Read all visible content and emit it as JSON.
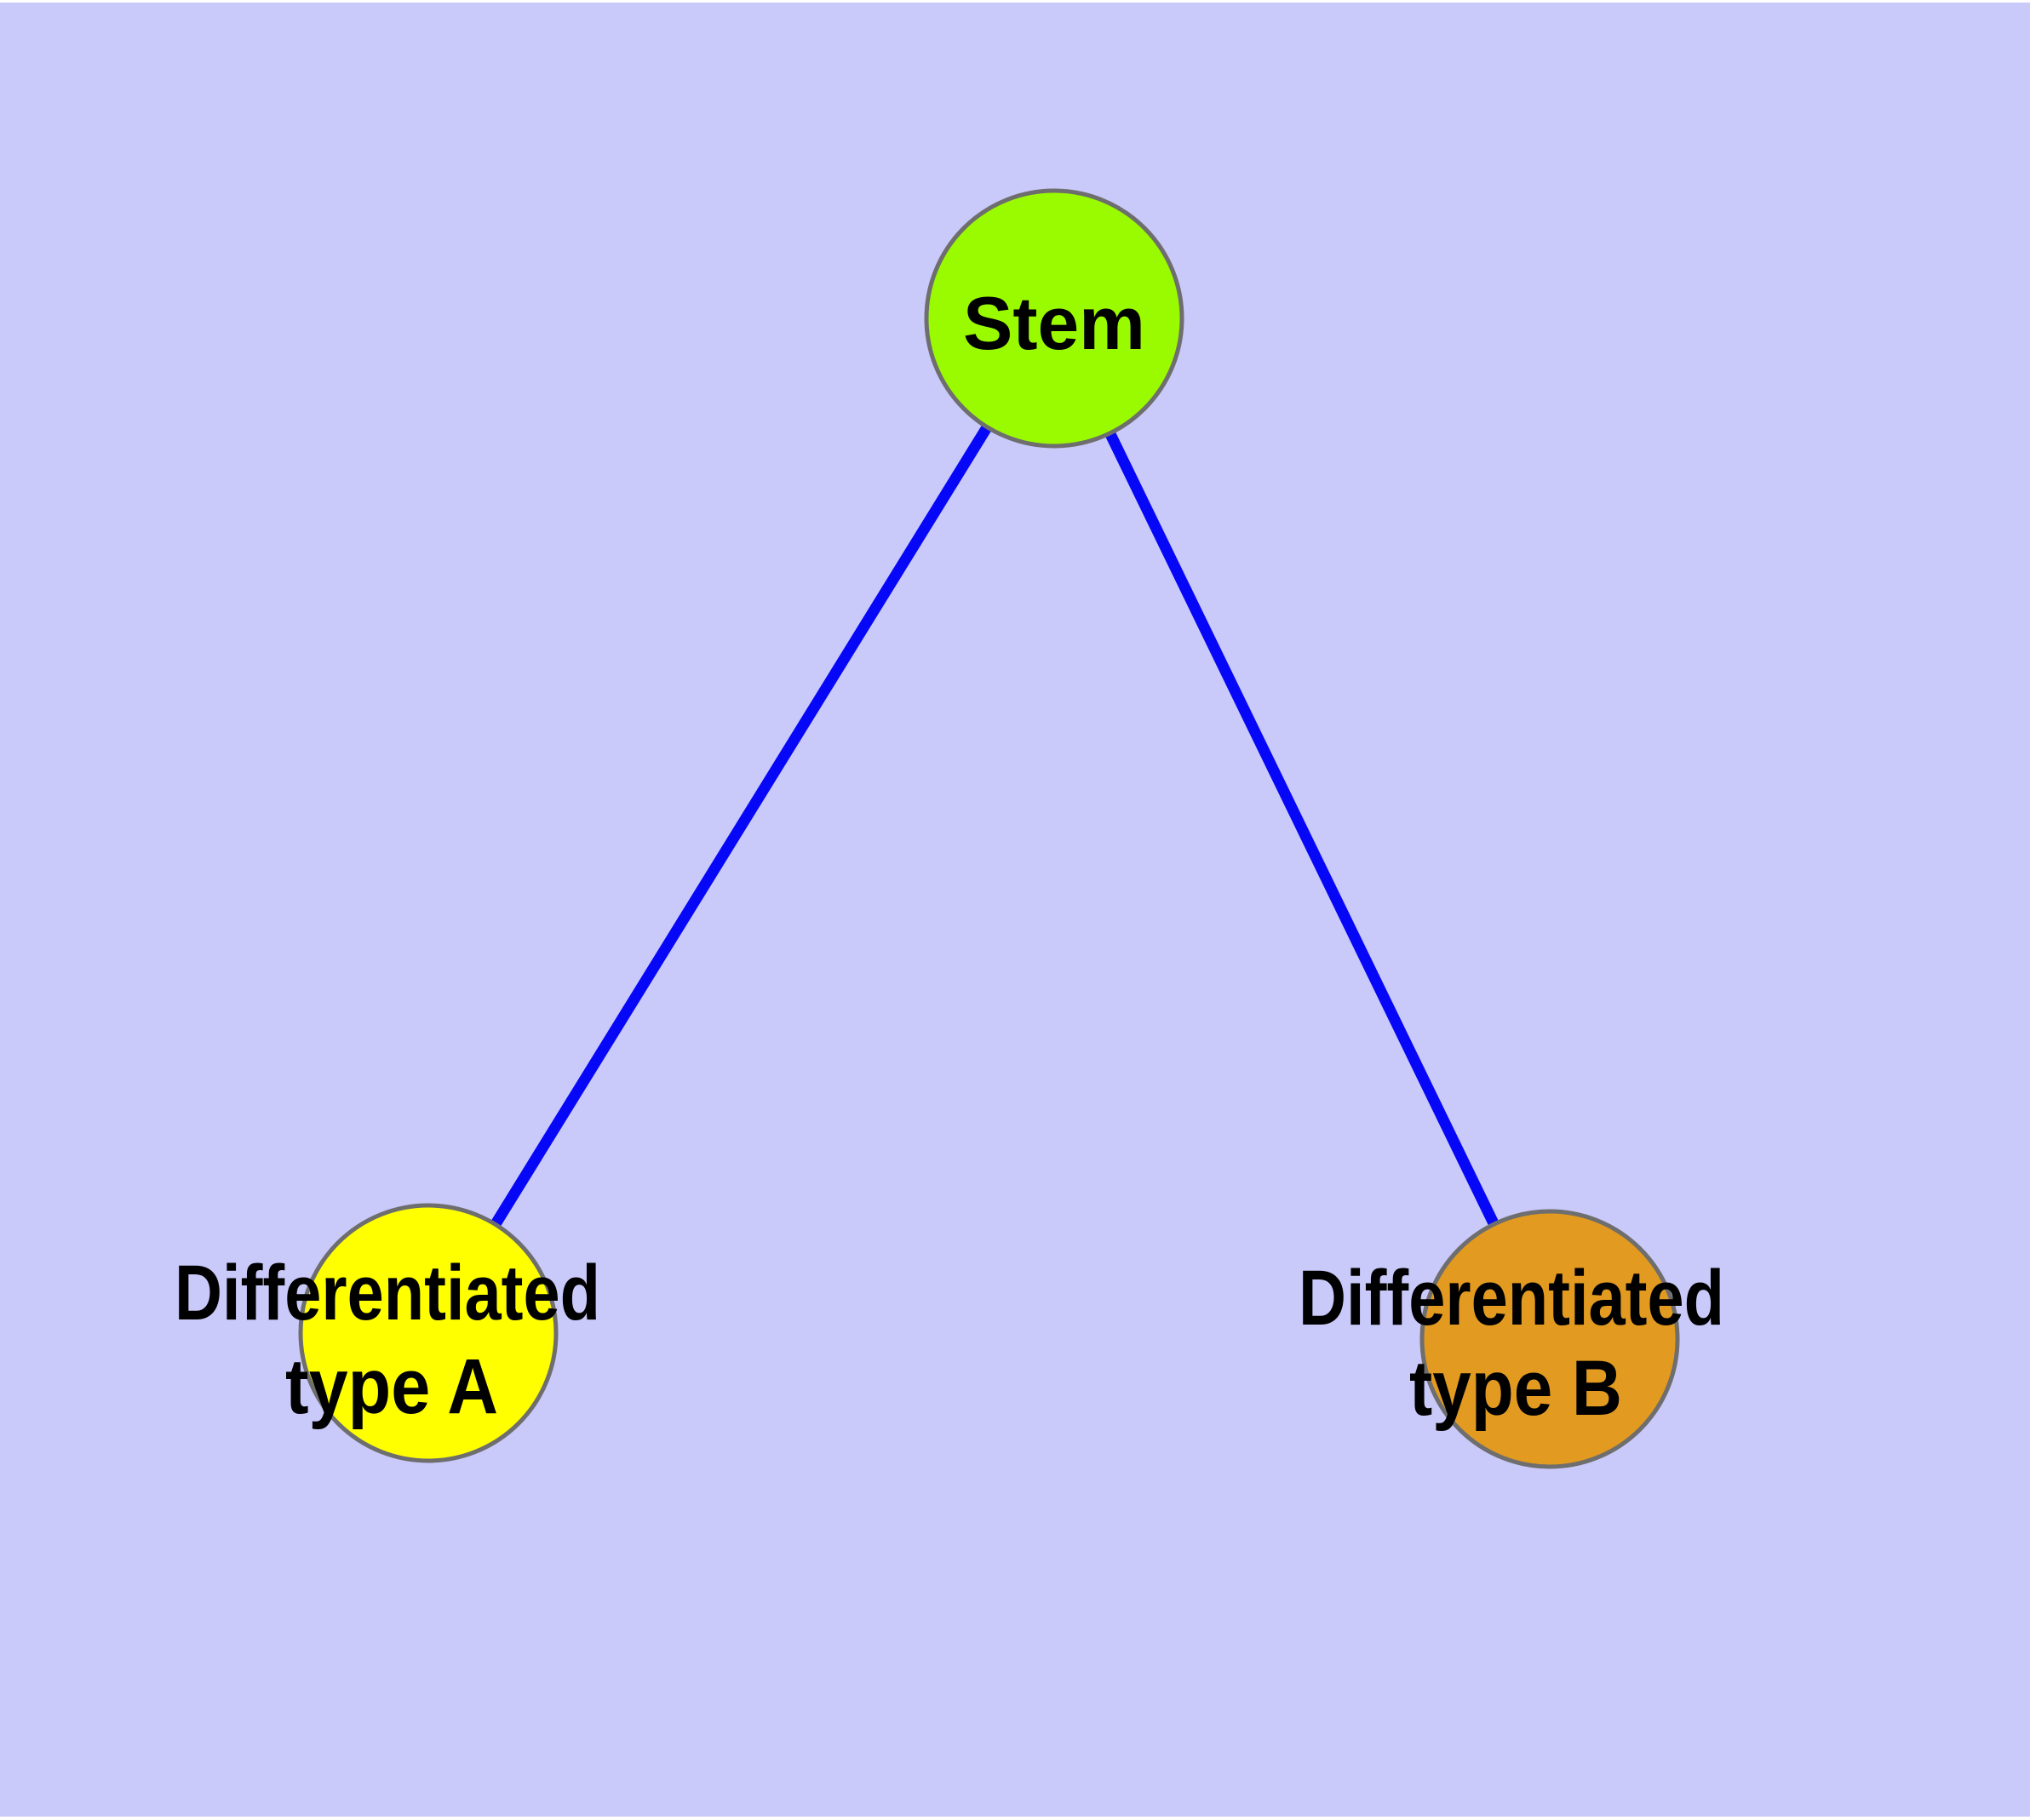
{
  "diagram": {
    "background_color": "#C9C9FA",
    "edge_color": "#0707F8",
    "node_border_color": "#6E6E6E",
    "label_color": "#000000",
    "nodes": [
      {
        "id": "stem",
        "label": "Stem",
        "label_lines": [
          "Stem"
        ],
        "fill_color": "#9AFB00"
      },
      {
        "id": "differentiated-type-a",
        "label": "Differentiated type A",
        "label_lines": [
          "Differentiated",
          "type A"
        ],
        "fill_color": "#FFFF00"
      },
      {
        "id": "differentiated-type-b",
        "label": "Differentiated type B",
        "label_lines": [
          "Differentiated",
          "type B"
        ],
        "fill_color": "#E29A20"
      }
    ],
    "edges": [
      {
        "from": "stem",
        "to": "differentiated-type-a"
      },
      {
        "from": "stem",
        "to": "differentiated-type-b"
      }
    ]
  }
}
